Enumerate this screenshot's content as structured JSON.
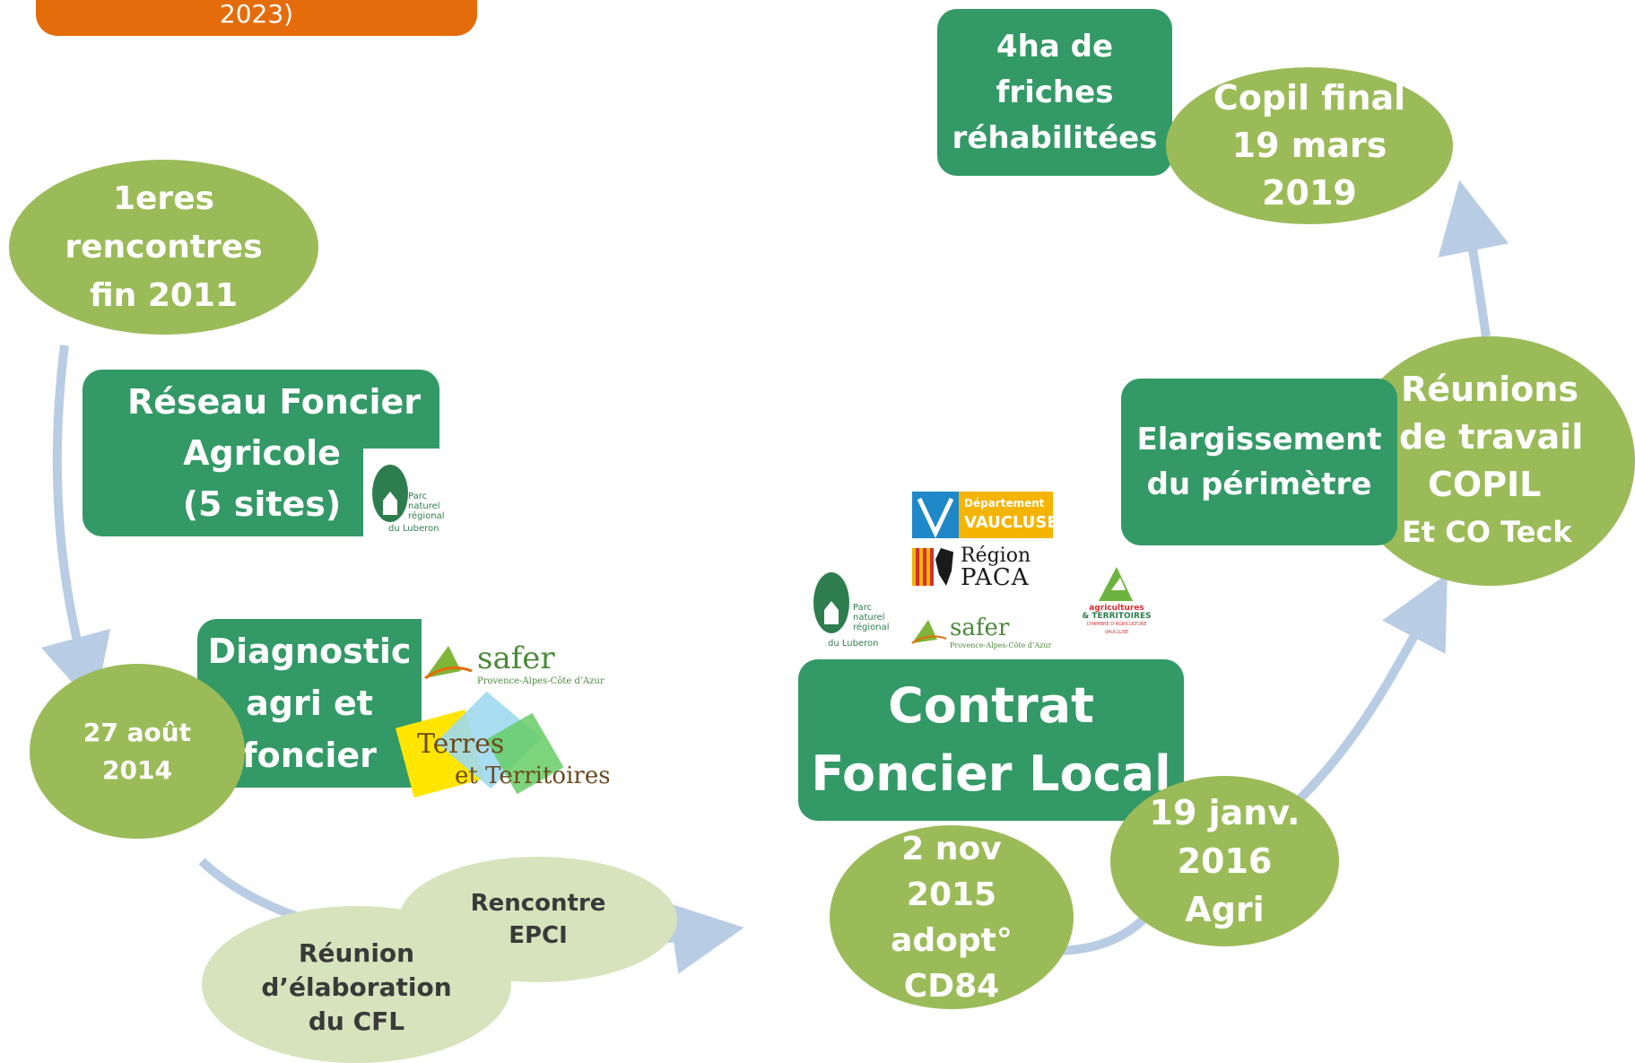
{
  "top_banner": {
    "text": "2023)"
  },
  "nodes": {
    "first_meetings": {
      "lines": [
        "1eres",
        "rencontres",
        "fin  2011"
      ]
    },
    "reseau_foncier": {
      "lines": [
        "Réseau Foncier",
        "Agricole",
        "(5 sites)"
      ]
    },
    "diagnostic": {
      "lines": [
        "Diagnostic",
        "agri et",
        "foncier"
      ]
    },
    "date_2014": {
      "lines": [
        "27 août",
        "2014"
      ]
    },
    "rencontre_epci": {
      "lines": [
        "Rencontre",
        "EPCI"
      ]
    },
    "reunion_elaboration": {
      "lines": [
        "Réunion",
        "d’élaboration",
        "du CFL"
      ]
    },
    "contrat": {
      "lines": [
        "Contrat",
        "Foncier Local"
      ]
    },
    "adopt_2015": {
      "lines": [
        "2 nov",
        "2015",
        "adopt°",
        "CD84"
      ]
    },
    "janv_2016": {
      "lines": [
        "19 janv.",
        "2016",
        "Agri"
      ]
    },
    "elargissement": {
      "lines": [
        "Elargissement",
        "du périmètre"
      ]
    },
    "reunions_copil": {
      "lines": [
        "Réunions",
        "de travail",
        "COPIL",
        "Et CO Teck"
      ]
    },
    "friches": {
      "lines": [
        "4ha de",
        "friches",
        "réhabilitées"
      ]
    },
    "copil_final": {
      "lines": [
        "Copil final",
        "19 mars",
        "2019"
      ]
    }
  },
  "logos": {
    "parc": {
      "lines": [
        "Parc",
        "naturel",
        "régional",
        "du Luberon"
      ]
    },
    "safer": {
      "name": "safer",
      "sub": "Provence-Alpes-Côte d’Azur"
    },
    "terres": {
      "line1": "Terres",
      "line2": "et Territoires"
    },
    "vaucluse": {
      "line1": "Département",
      "line2": "VAUCLUSE"
    },
    "paca": {
      "line1": "Région",
      "line2": "PACA"
    },
    "agricultures": {
      "lines": [
        "agricultures",
        "& TERRITOIRES",
        "CHAMBRE D’AGRICULTURE",
        "VAUCLUSE"
      ]
    }
  },
  "colors": {
    "green_box": "#339966",
    "oval_green": "#9bbb59",
    "oval_light": "#d6e3bc",
    "arrow": "#b8cce4",
    "banner_orange": "#e46c0a"
  }
}
